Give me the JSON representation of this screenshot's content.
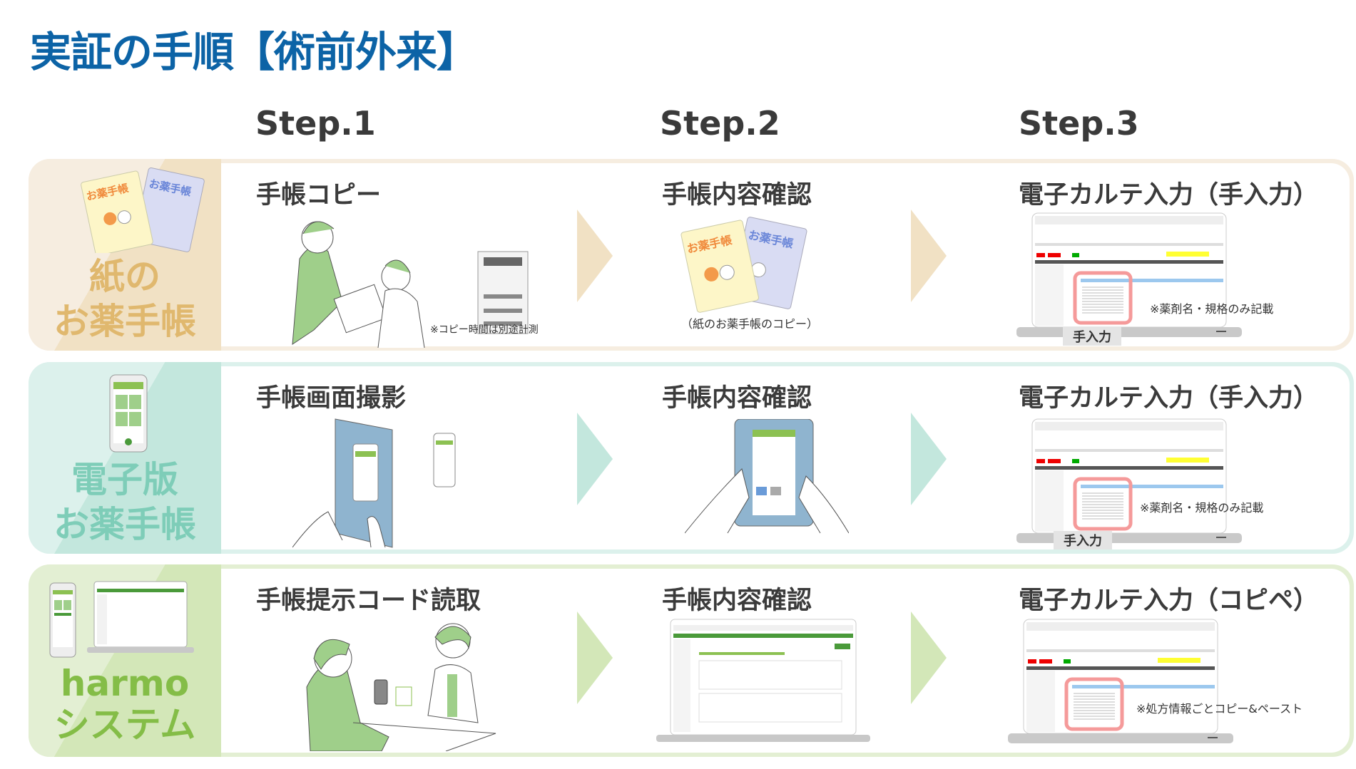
{
  "title": "実証の手順【術前外来】",
  "steps": [
    "Step.1",
    "Step.2",
    "Step.3"
  ],
  "rows": [
    {
      "label": [
        "紙の",
        "お薬手帳"
      ],
      "color": "#e0b86e",
      "bg": "#f6ede0",
      "left_bg": "#f1e1c4",
      "step1": "手帳コピー",
      "step1_note": "※コピー時間は別途計測",
      "step2": "手帳内容確認",
      "step2_note": "（紙のお薬手帳のコピー）",
      "step3": "電子カルテ入力（手入力）",
      "step3_note": "※薬剤名・規格のみ記載",
      "step3_tag": "手入力"
    },
    {
      "label": [
        "電子版",
        "お薬手帳"
      ],
      "color": "#7ecdb8",
      "bg": "#dcf1ec",
      "left_bg": "#c3e7dd",
      "step1": "手帳画面撮影",
      "step2": "手帳内容確認",
      "step3": "電子カルテ入力（手入力）",
      "step3_note": "※薬剤名・規格のみ記載",
      "step3_tag": "手入力"
    },
    {
      "label": [
        "harmo",
        "システム"
      ],
      "color": "#84bd47",
      "bg": "#e3efd3",
      "left_bg": "#d3e7b8",
      "step1": "手帳提示コード読取",
      "step2": "手帳内容確認",
      "step3": "電子カルテ入力（コピペ）",
      "step3_note": "※処方情報ごとコピー&ペースト"
    }
  ],
  "booklet_text": "お薬手帳"
}
